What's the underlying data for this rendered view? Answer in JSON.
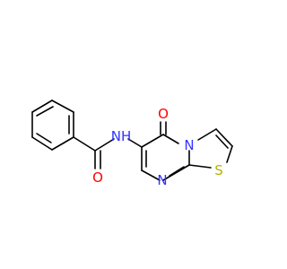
{
  "molecule": {
    "atoms": {
      "nh_label": "NH",
      "exo_oxygen": "O",
      "ring_nitrogen_bridge": "N",
      "ring_nitrogen_lower": "N",
      "amide_oxygen": "O",
      "sulfur": "S"
    },
    "colors": {
      "nitrogen": "#3333ff",
      "oxygen": "#ff0000",
      "sulfur": "#b3b300",
      "bond": "#000000"
    }
  }
}
